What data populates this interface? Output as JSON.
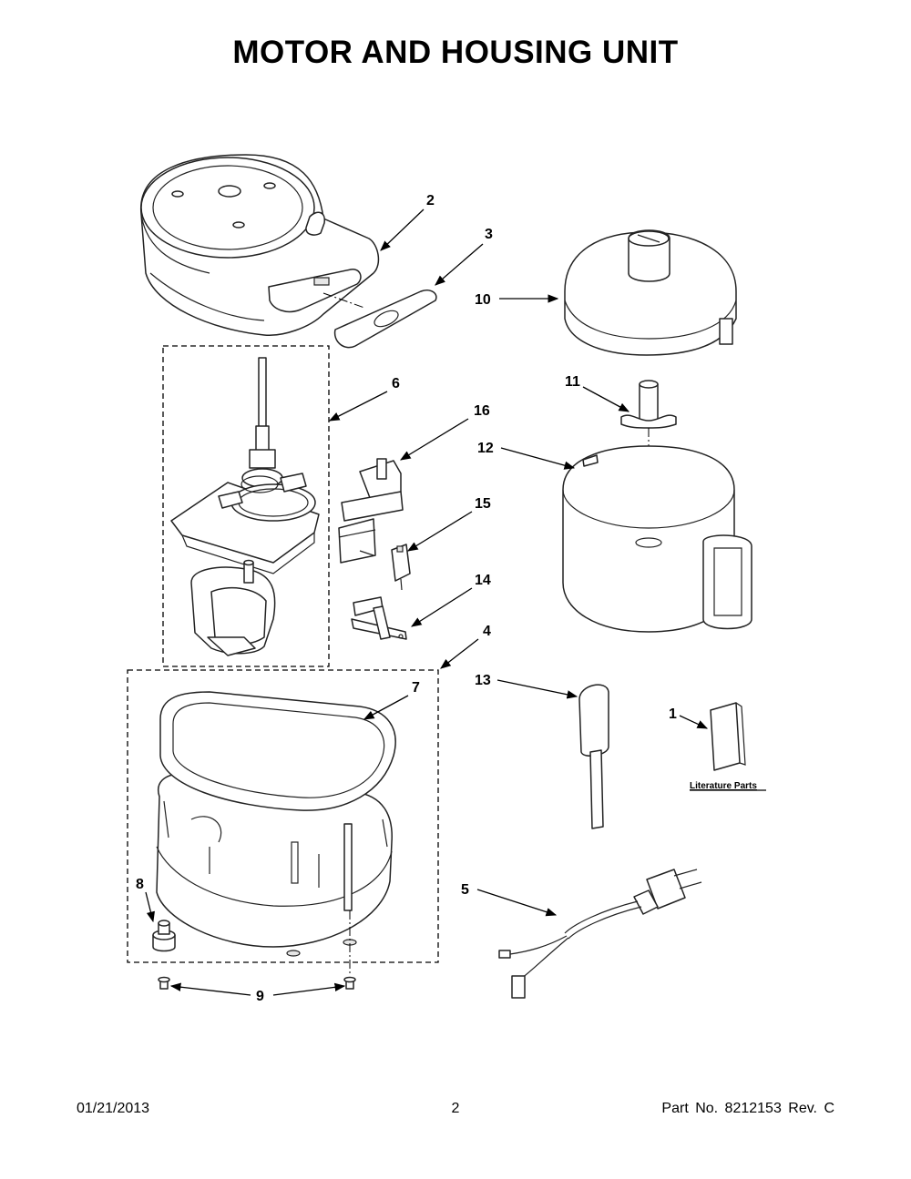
{
  "title": "MOTOR AND HOUSING UNIT",
  "callouts": {
    "c1": "1",
    "c2": "2",
    "c3": "3",
    "c4": "4",
    "c5": "5",
    "c6": "6",
    "c7": "7",
    "c8": "8",
    "c9": "9",
    "c10": "10",
    "c11": "11",
    "c12": "12",
    "c13": "13",
    "c14": "14",
    "c15": "15",
    "c16": "16"
  },
  "literature_label": "Literature Parts",
  "footer": {
    "date": "01/21/2013",
    "page": "2",
    "part_no": "Part No.  8212153  Rev.  C"
  }
}
